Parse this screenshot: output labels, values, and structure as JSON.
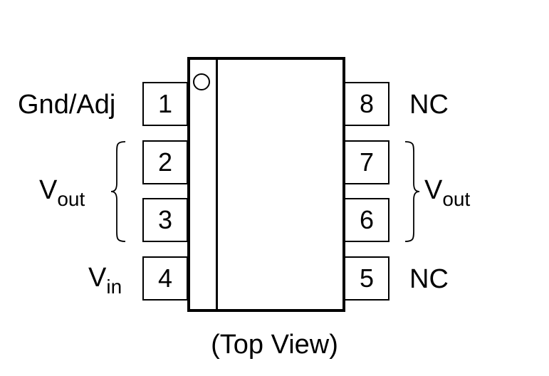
{
  "package": {
    "caption": "(Top View)",
    "left_pins": [
      {
        "number": "1",
        "label": "Gnd/Adj"
      },
      {
        "number": "2"
      },
      {
        "number": "3"
      },
      {
        "number": "4",
        "label_main": "V",
        "label_sub": "in"
      }
    ],
    "right_pins": [
      {
        "number": "8",
        "label": "NC"
      },
      {
        "number": "7"
      },
      {
        "number": "6"
      },
      {
        "number": "5",
        "label": "NC"
      }
    ],
    "vout_left": {
      "main": "V",
      "sub": "out"
    },
    "vout_right": {
      "main": "V",
      "sub": "out"
    }
  }
}
